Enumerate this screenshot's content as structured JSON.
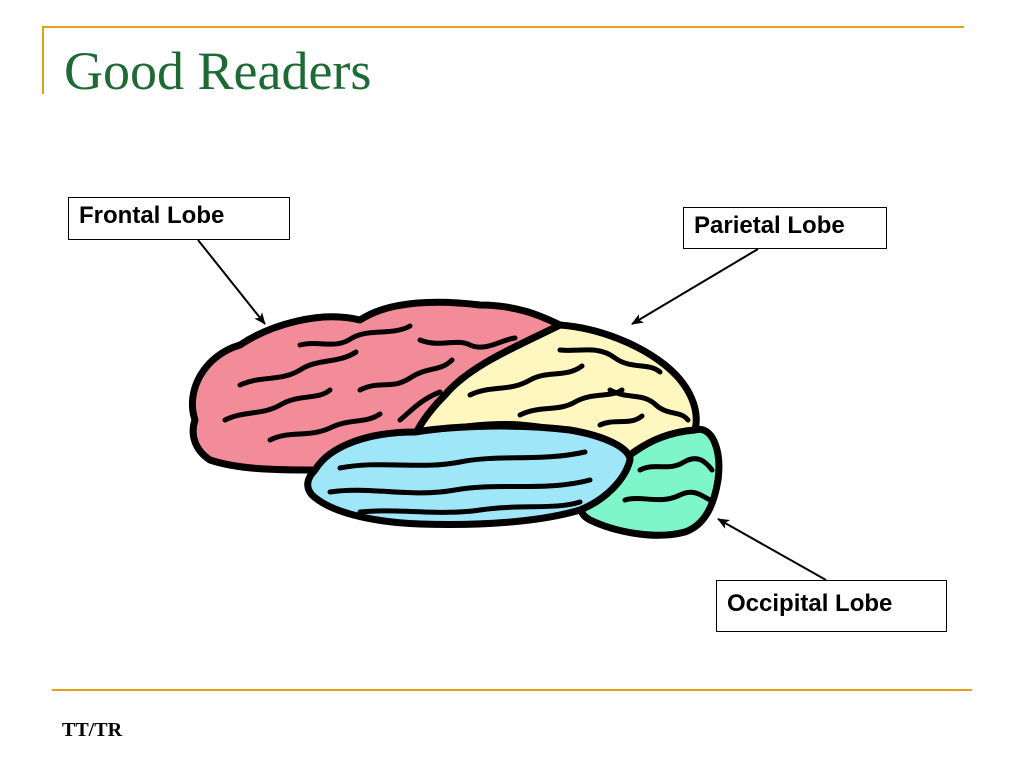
{
  "slide": {
    "title": "Good Readers",
    "footer": "TT/TR"
  },
  "labels": {
    "frontal": "Frontal Lobe",
    "parietal": "Parietal Lobe",
    "occipital": "Occipital Lobe"
  },
  "colors": {
    "title": "#1d6a35",
    "accent_rule": "#e0a21a",
    "frontal_lobe": "#f28c98",
    "parietal_lobe": "#fff6c0",
    "temporal_lobe": "#9fe6f8",
    "occipital_lobe": "#7ff5cb"
  }
}
